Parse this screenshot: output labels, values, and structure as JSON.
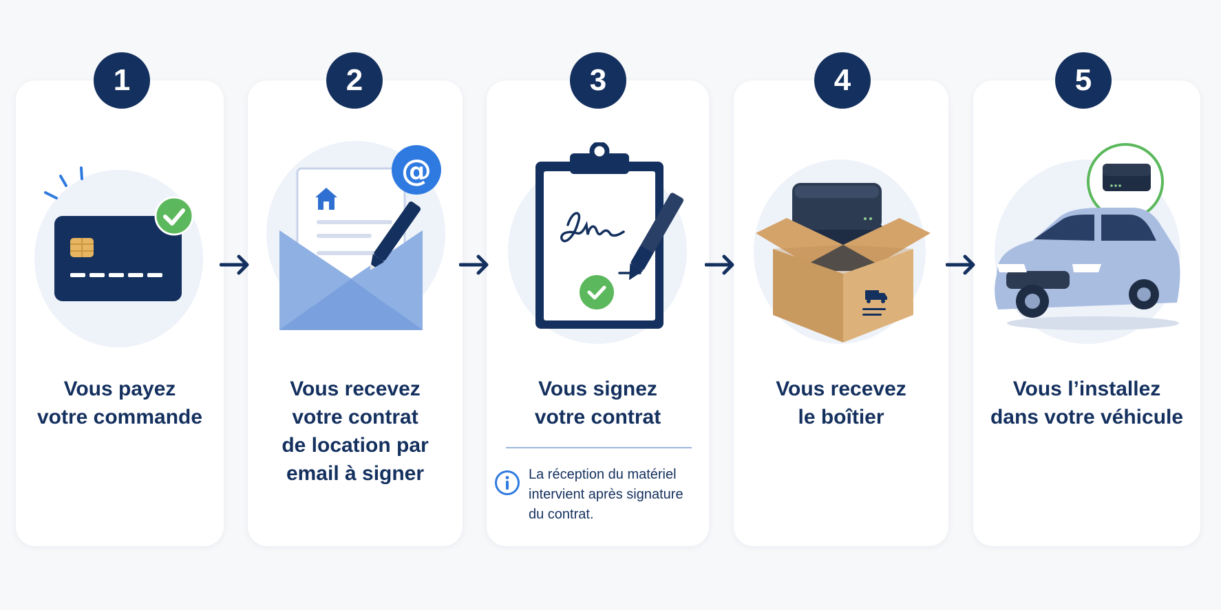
{
  "steps": [
    {
      "number": "1",
      "title_lines": [
        "Vous payez",
        "votre commande"
      ]
    },
    {
      "number": "2",
      "title_lines": [
        "Vous recevez",
        "votre contrat",
        "de location par",
        "email à signer"
      ]
    },
    {
      "number": "3",
      "title_lines": [
        "Vous signez",
        "votre contrat"
      ]
    },
    {
      "number": "4",
      "title_lines": [
        "Vous recevez",
        "le boîtier"
      ]
    },
    {
      "number": "5",
      "title_lines": [
        "Vous l’installez",
        "dans votre véhicule"
      ]
    }
  ],
  "note": {
    "lines": [
      "La réception du matériel",
      "intervient après signature",
      "du contrat."
    ]
  },
  "icons": {
    "step1": "credit-card-icon",
    "step2": "envelope-contract-icon",
    "step3": "clipboard-signature-icon",
    "step4": "package-box-icon",
    "step5": "car-device-icon"
  },
  "colors": {
    "navy": "#14305e",
    "accent_blue": "#2f7ae0",
    "success_green": "#5cb85c",
    "card_bg": "#ffffff",
    "page_bg": "#f7f8fa"
  }
}
